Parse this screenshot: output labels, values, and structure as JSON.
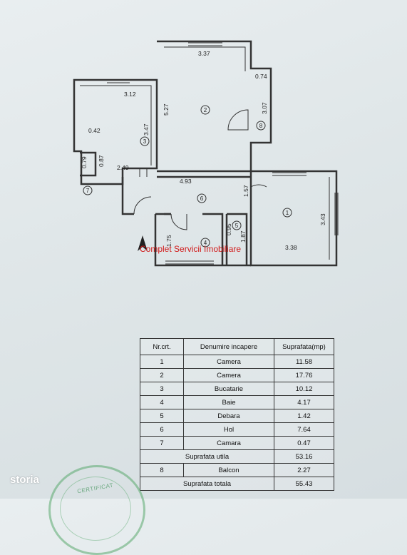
{
  "plan": {
    "dims": [
      "3.37",
      "3.12",
      "5.27",
      "0.74",
      "3.07",
      "3.47",
      "0.42",
      "0.79",
      "0.87",
      "2.49",
      "4.93",
      "1.57",
      "3.43",
      "3.38",
      "1.75",
      "0.95",
      "1.87"
    ],
    "rooms": [
      "1",
      "2",
      "3",
      "4",
      "5",
      "6",
      "7",
      "8"
    ],
    "watermark": "Complet Servicii Imobiliare"
  },
  "table": {
    "headers": [
      "Nr.crt.",
      "Denumire incapere",
      "Suprafata(mp)"
    ],
    "rows": [
      {
        "nr": "1",
        "name": "Camera",
        "area": "11.58"
      },
      {
        "nr": "2",
        "name": "Camera",
        "area": "17.76"
      },
      {
        "nr": "3",
        "name": "Bucatarie",
        "area": "10.12"
      },
      {
        "nr": "4",
        "name": "Baie",
        "area": "4.17"
      },
      {
        "nr": "5",
        "name": "Debara",
        "area": "1.42"
      },
      {
        "nr": "6",
        "name": "Hol",
        "area": "7.64"
      },
      {
        "nr": "7",
        "name": "Camara",
        "area": "0.47"
      }
    ],
    "utila": {
      "label": "Suprafata utila",
      "area": "53.16"
    },
    "balcon": {
      "nr": "8",
      "name": "Balcon",
      "area": "2.27"
    },
    "totala": {
      "label": "Suprafata totala",
      "area": "55.43"
    }
  },
  "stamp_text": "CERTIFICAT",
  "brand": "storia"
}
